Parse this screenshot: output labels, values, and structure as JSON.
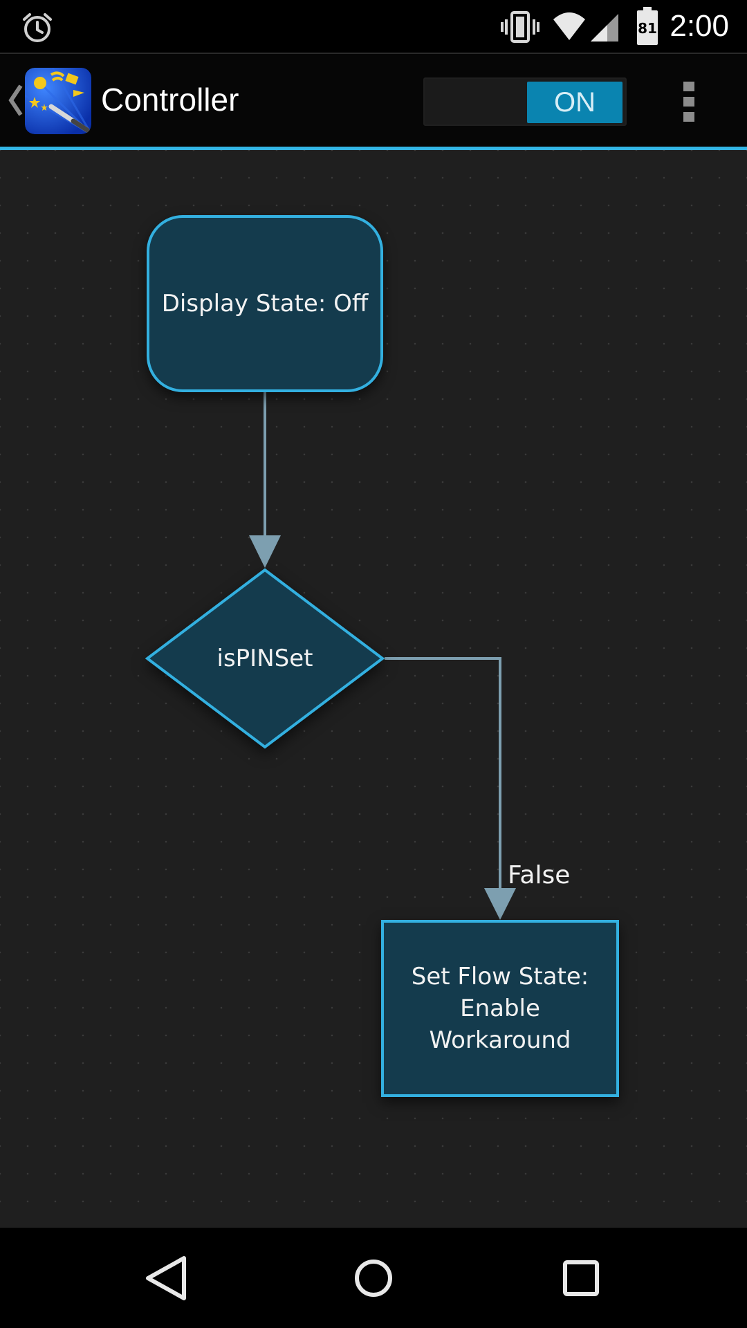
{
  "status_bar": {
    "time": "2:00",
    "battery_level": "81",
    "icons": [
      "alarm-icon",
      "vibrate-icon",
      "wifi-icon",
      "cell-signal-icon",
      "battery-icon"
    ]
  },
  "action_bar": {
    "title": "Controller",
    "toggle_label": "ON",
    "toggle_state": "on",
    "accent_color": "#33b5e5"
  },
  "flowchart": {
    "start_node": {
      "label": "Display State: Off"
    },
    "decision_node": {
      "label": "isPINSet"
    },
    "action_node": {
      "label": "Set Flow State: Enable Workaround"
    },
    "edges": [
      {
        "from": "Display State: Off",
        "to": "isPINSet",
        "label": ""
      },
      {
        "from": "isPINSet",
        "to": "Set Flow State: Enable Workaround",
        "label": "False"
      }
    ],
    "false_edge_label": "False",
    "node_fill": "#143b4d",
    "node_border": "#33b0e0",
    "connector_color": "#7d9fb0"
  },
  "nav_bar": {
    "icons": [
      "back-icon",
      "home-icon",
      "recents-icon"
    ]
  }
}
